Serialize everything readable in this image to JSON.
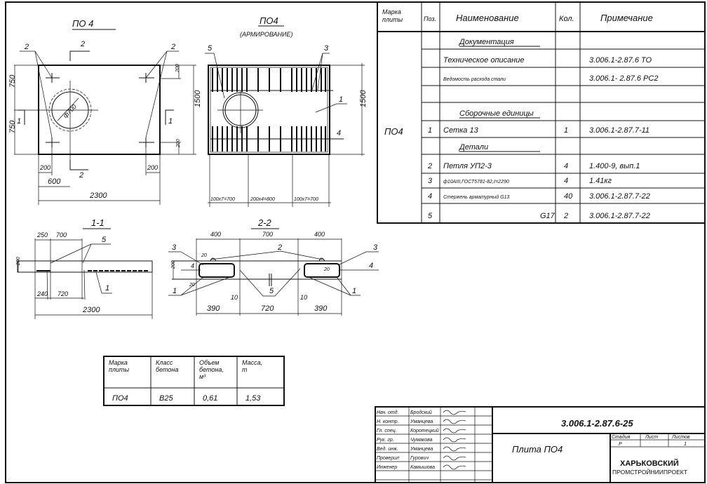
{
  "plan": {
    "title": "ПО 4",
    "dim_750_top": "750",
    "dim_750_bottom": "750",
    "dim_1500": "1500",
    "dim_200_tr": "200",
    "dim_200_br": "200",
    "dim_200_bl": "200",
    "dim_200_br2": "200",
    "dim_600": "600",
    "dim_2300": "2300",
    "diameter": "ф700",
    "label_2_left": "2",
    "label_2_right": "2",
    "cut_2_top": "2",
    "cut_2_bottom": "2",
    "cut_1_left": "1",
    "cut_1_right": "1"
  },
  "reinforcement": {
    "title": "ПО4",
    "subtitle": "(АРМИРОВАНИЕ)",
    "label_5": "5",
    "label_3": "3",
    "label_1": "1",
    "label_4": "4",
    "dim_1500": "1500",
    "dim_a": "100х7=700",
    "dim_b": "200х4=800",
    "dim_c": "100х7=700"
  },
  "section_1_1": {
    "title": "1-1",
    "dim_250": "250",
    "dim_700": "700",
    "dim_200": "200",
    "dim_240": "240",
    "dim_720": "720",
    "dim_2300": "2300",
    "label_5": "5",
    "label_1": "1"
  },
  "section_2_2": {
    "title": "2-2",
    "dim_400a": "400",
    "dim_700": "700",
    "dim_400b": "400",
    "dim_390a": "390",
    "dim_720": "720",
    "dim_390b": "390",
    "dim_200": "200",
    "dim_10a": "10",
    "dim_10b": "10",
    "dim_20a": "20",
    "dim_20b": "20",
    "dim_20c": "20",
    "label_3a": "3",
    "label_3b": "3",
    "label_2": "2",
    "label_4a": "4",
    "label_4b": "4",
    "label_1a": "1",
    "label_1b": "1",
    "label_5": "5"
  },
  "spec": {
    "headers": {
      "mark": "Марка плиты",
      "pos": "Поз.",
      "name": "Наименование",
      "qty": "Кол.",
      "note": "Примечание"
    },
    "mark": "ПО4",
    "rows": [
      {
        "pos": "",
        "name": "Документация",
        "qty": "",
        "note": "",
        "heading": true
      },
      {
        "pos": "",
        "name": "Техническое описание",
        "qty": "",
        "note": "3.006.1-2.87.6 ТО"
      },
      {
        "pos": "",
        "name": "Ведомость расхода стали",
        "qty": "",
        "note": "3.006.1- 2.87.6 РС2"
      },
      {
        "pos": "",
        "name": "",
        "qty": "",
        "note": ""
      },
      {
        "pos": "",
        "name": "Сборочные единицы",
        "qty": "",
        "note": "",
        "heading": true
      },
      {
        "pos": "1",
        "name": "Сетка 13",
        "qty": "1",
        "note": "3.006.1-2.87.7-11"
      },
      {
        "pos": "",
        "name": "Детали",
        "qty": "",
        "note": "",
        "heading": true
      },
      {
        "pos": "2",
        "name": "Петля УП2-3",
        "qty": "4",
        "note": "1.400-9, вып.1"
      },
      {
        "pos": "3",
        "name": "ф10АIII,ГОСТ5781-82,ℓ=2290",
        "qty": "4",
        "note": "1.41кг"
      },
      {
        "pos": "4",
        "name": "Стержень арматурный G13",
        "qty": "40",
        "note": "3.006.1-2.87.7-22"
      },
      {
        "pos": "5",
        "name": "G17",
        "qty": "2",
        "note": "3.006.1-2.87.7-22"
      }
    ]
  },
  "concrete_table": {
    "headers": [
      "Марка плиты",
      "Класс бетона",
      "Объем бетона, м³",
      "Масса, т"
    ],
    "values": [
      "ПО4",
      "В25",
      "0,61",
      "1,53"
    ]
  },
  "title_block": {
    "roles": [
      "Нач. отд.",
      "Н. контр.",
      "Гл. спец.",
      "Рук. гр.",
      "Вед. инж.",
      "Проверил",
      "Инженер"
    ],
    "names": [
      "Бродский",
      "Уманцева",
      "Коротецкий",
      "Чумакова",
      "Уманцева",
      "Гурович",
      "Камышова"
    ],
    "signatures": [
      "signature",
      "signature",
      "signature",
      "signature",
      "signature",
      "signature",
      "signature"
    ],
    "doc_code": "3.006.1-2.87.6-25",
    "drawing_name": "Плита ПО4",
    "stage_label": "Стадия",
    "sheet_label": "Лист",
    "sheets_label": "Листов",
    "stage": "Р",
    "sheet": "",
    "sheets": "1",
    "org_line1": "ХАРЬКОВСКИЙ",
    "org_line2": "ПРОМСТРОЙНИИПРОЕКТ"
  }
}
